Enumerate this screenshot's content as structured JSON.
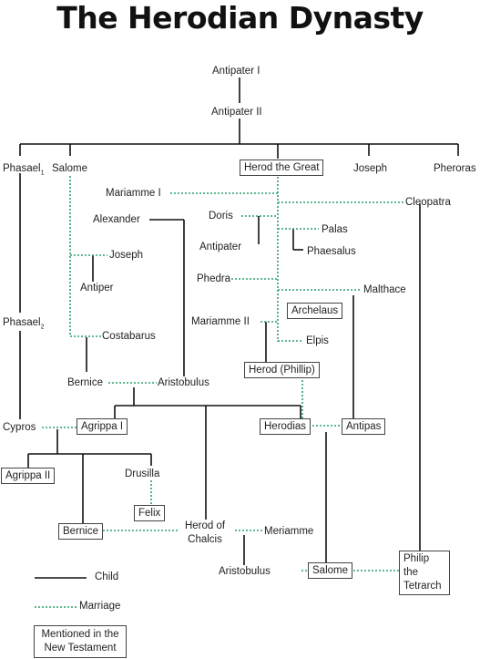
{
  "title": "The Herodian Dynasty",
  "colors": {
    "child_line": "#111111",
    "marriage_line": "#2aa06a"
  },
  "people": {
    "antipater1": "Antipater I",
    "antipater2": "Antipater II",
    "phasael1": "Phasael",
    "phasael1_sub": "1",
    "salome1": "Salome",
    "herod_great": "Herod the Great",
    "joseph1": "Joseph",
    "pheroras": "Pheroras",
    "mariamme1": "Mariamme I",
    "cleopatra": "Cleopatra",
    "alexander": "Alexander",
    "doris": "Doris",
    "palas": "Palas",
    "antipater3": "Antipater",
    "phaesalus": "Phaesalus",
    "joseph2": "Joseph",
    "antiper": "Antiper",
    "phedra": "Phedra",
    "malthace": "Malthace",
    "archelaus": "Archelaus",
    "phasael2": "Phasael",
    "phasael2_sub": "2",
    "mariamme2": "Mariamme II",
    "costabarus": "Costabarus",
    "elpis": "Elpis",
    "herod_phillip": "Herod (Phillip)",
    "bernice1": "Bernice",
    "aristobulus1": "Aristobulus",
    "cypros": "Cypros",
    "agrippa1": "Agrippa I",
    "herodias": "Herodias",
    "antipas": "Antipas",
    "agrippa2": "Agrippa II",
    "drusilla": "Drusilla",
    "felix": "Felix",
    "bernice2": "Bernice",
    "herod_chalcis": "Herod of Chalcis",
    "meriamme": "Meriamme",
    "aristobulus2": "Aristobulus",
    "salome2": "Salome",
    "philip": "Philip the Tetrarch"
  },
  "legend": {
    "child": "Child",
    "marriage": "Marriage",
    "nt": "Mentioned in the New Testament"
  }
}
